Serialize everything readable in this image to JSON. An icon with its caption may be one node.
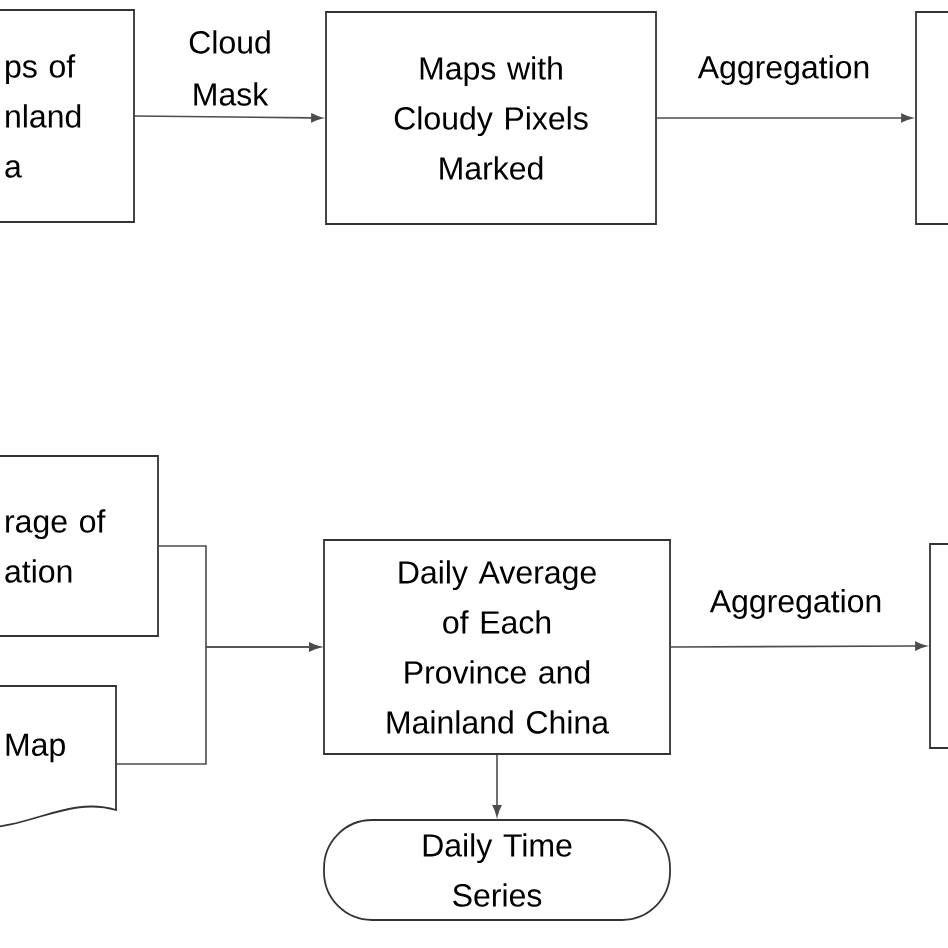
{
  "diagram": {
    "nodes": [
      {
        "text": [
          "ps of nland a"
        ]
      },
      {
        "text": [
          "Maps with Cloudy Pixels Marked"
        ]
      },
      {
        "text": [],
        "shape": "box"
      },
      {
        "text": [
          "rage of ation"
        ]
      },
      {
        "text": [
          "Map"
        ]
      },
      {
        "text": [
          "Daily Average of Each Province and Mainland China"
        ]
      },
      {
        "text": [
          "Daily Time Series"
        ]
      },
      {
        "text": [],
        "shape": "box"
      }
    ],
    "edges": [
      {
        "from": 0,
        "to": 1,
        "arrow": "to",
        "label": "Cloud Mask"
      },
      {
        "from": 1,
        "to": 2,
        "arrow": "to",
        "label": "Aggregation"
      },
      {
        "from": 3,
        "to": 5,
        "arrow": "to"
      },
      {
        "from": 4,
        "to": 5,
        "arrow": "to"
      },
      {
        "from": 5,
        "to": 6,
        "arrow": "to"
      },
      {
        "from": 5,
        "to": 7,
        "arrow": "to",
        "label": "Aggregation"
      }
    ]
  }
}
